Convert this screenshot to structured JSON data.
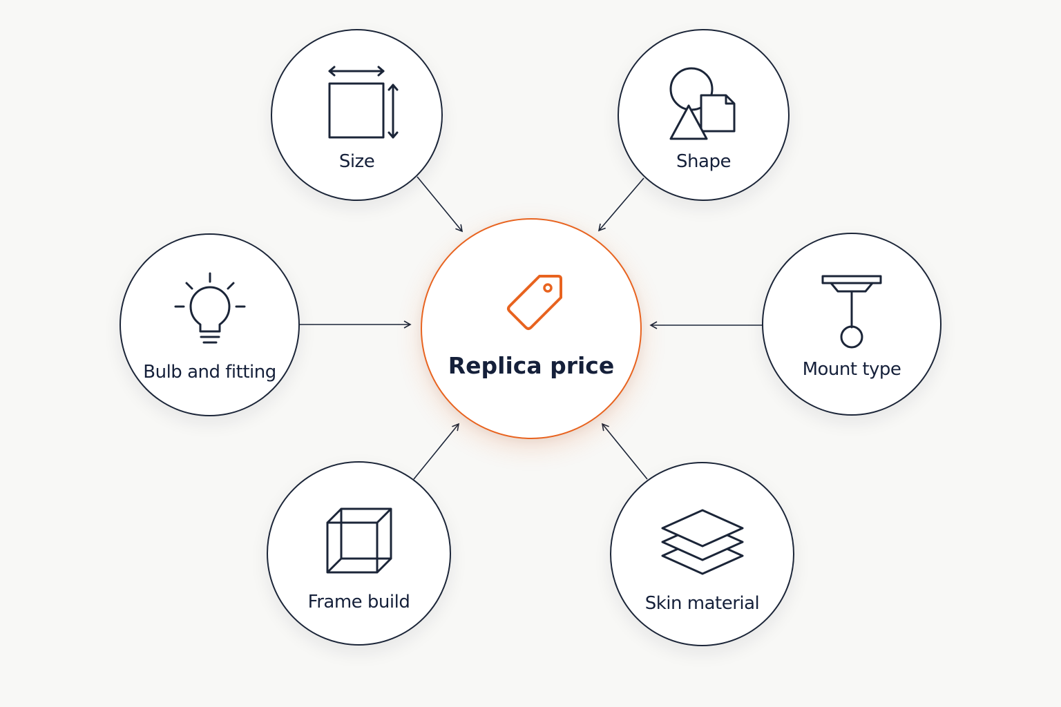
{
  "center": {
    "label": "Replica price",
    "icon": "price-tag-icon",
    "accent_color": "#e8631f"
  },
  "factors": [
    {
      "label": "Size",
      "icon": "size-dimensions-icon"
    },
    {
      "label": "Shape",
      "icon": "shapes-icon"
    },
    {
      "label": "Bulb and fitting",
      "icon": "light-bulb-icon"
    },
    {
      "label": "Mount type",
      "icon": "ceiling-mount-icon"
    },
    {
      "label": "Frame build",
      "icon": "wireframe-cube-icon"
    },
    {
      "label": "Skin material",
      "icon": "layers-icon"
    }
  ],
  "colors": {
    "stroke": "#1b2538",
    "accent": "#e8631f",
    "background": "#f8f8f6"
  }
}
